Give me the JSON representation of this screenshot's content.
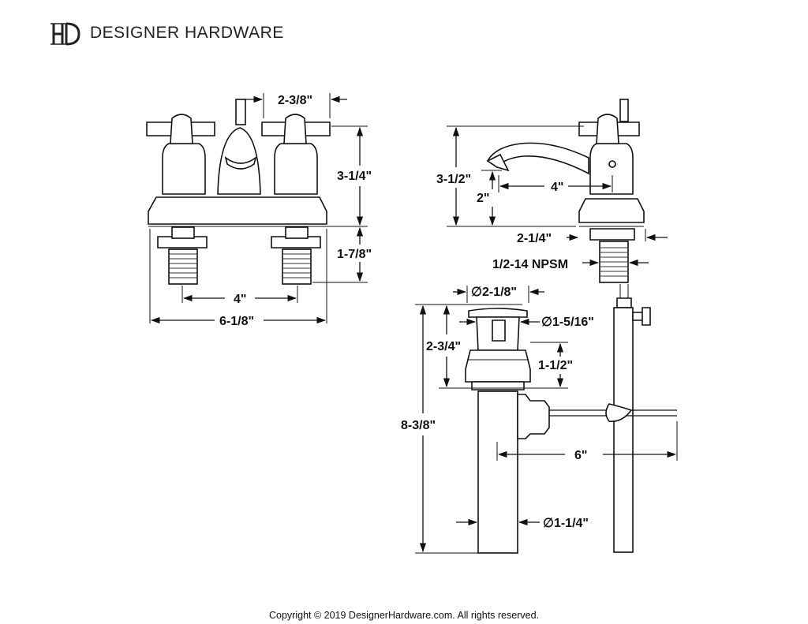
{
  "header": {
    "logo_letters": "DH",
    "brand": "DESIGNER HARDWARE"
  },
  "front_view": {
    "handle_spacing": "2-3/8\"",
    "height_above_deck": "3-1/4\"",
    "shank_length": "1-7/8\"",
    "center_spacing": "4\"",
    "overall_width": "6-1/8\""
  },
  "side_view": {
    "total_height": "3-1/2\"",
    "spout_height": "2\"",
    "spout_reach": "4\"",
    "base_depth": "2-1/4\"",
    "thread_spec": "1/2-14 NPSM"
  },
  "drain_view": {
    "flange_diameter": "∅2-1/8\"",
    "stopper_diameter": "∅1-5/16\"",
    "flange_height": "2-3/4\"",
    "body_height": "1-1/2\"",
    "total_length": "8-3/8\"",
    "rod_length": "6\"",
    "tailpiece_diameter": "∅1-1/4\""
  },
  "footer": {
    "copyright": "Copyright © 2019 DesignerHardware.com. All rights reserved."
  },
  "colors": {
    "line": "#111111",
    "background": "#ffffff"
  }
}
